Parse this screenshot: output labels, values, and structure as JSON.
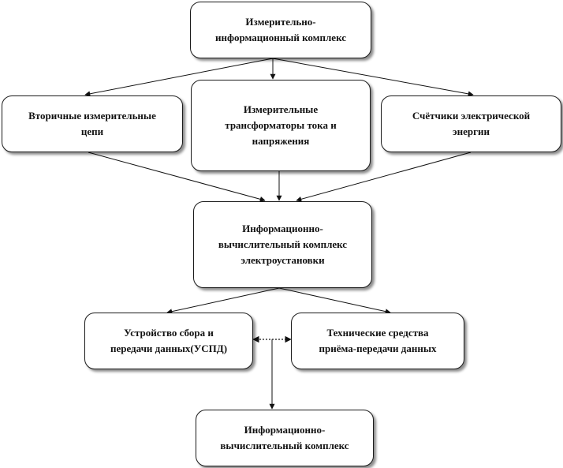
{
  "diagram": {
    "nodes": [
      {
        "id": "top",
        "label": "Измерительно-\nинформационный комплекс"
      },
      {
        "id": "left",
        "label": "Вторичные измерительные\nцепи"
      },
      {
        "id": "center",
        "label": "Измерительные\nтрансформаторы тока и\nнапряжения"
      },
      {
        "id": "right",
        "label": "Счётчики электрической\nэнергии"
      },
      {
        "id": "ivk",
        "label": "Информационно-\nвычислительный комплекс\nэлектроустановки"
      },
      {
        "id": "uspd",
        "label": "Устройство сбора и\nпередачи данных(УСПД)"
      },
      {
        "id": "tech",
        "label": "Технические средства\nприёма-передачи данных"
      },
      {
        "id": "bottom",
        "label": "Информационно-\nвычислительный комплекс"
      }
    ],
    "edges": [
      {
        "from": "top",
        "to": "left"
      },
      {
        "from": "top",
        "to": "center"
      },
      {
        "from": "top",
        "to": "right"
      },
      {
        "from": "left",
        "to": "ivk"
      },
      {
        "from": "center",
        "to": "ivk"
      },
      {
        "from": "right",
        "to": "ivk"
      },
      {
        "from": "ivk",
        "to": "uspd"
      },
      {
        "from": "ivk",
        "to": "tech"
      },
      {
        "from": "uspd",
        "to": "tech",
        "style": "dotted-bidirectional"
      },
      {
        "from": "uspd-tech-link",
        "to": "bottom"
      }
    ]
  }
}
